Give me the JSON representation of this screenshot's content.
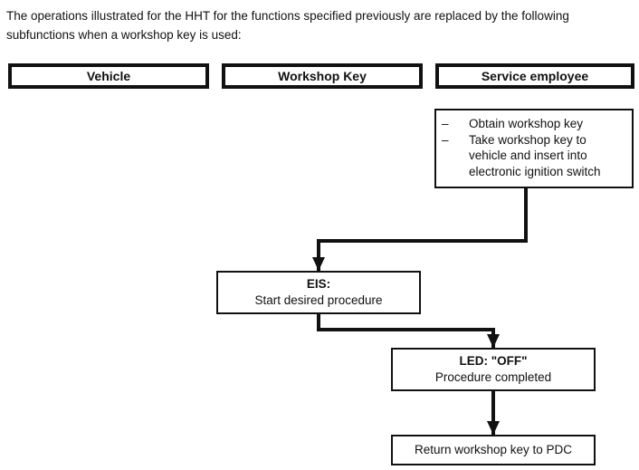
{
  "intro": {
    "text": "The operations illustrated for the HHT for the functions specified previously are replaced by the following subfunctions when a workshop key is used:"
  },
  "lanes": {
    "vehicle": "Vehicle",
    "workshop_key": "Workshop Key",
    "service_employee": "Service employee"
  },
  "steps": {
    "service": {
      "items": [
        "Obtain workshop key",
        "Take workshop key to vehicle and insert into electronic ignition switch"
      ]
    },
    "eis": {
      "title": "EIS:",
      "text": "Start desired procedure"
    },
    "led": {
      "title": "LED: \"OFF\"",
      "text": "Procedure completed"
    },
    "return": {
      "text": "Return workshop key to PDC"
    }
  }
}
